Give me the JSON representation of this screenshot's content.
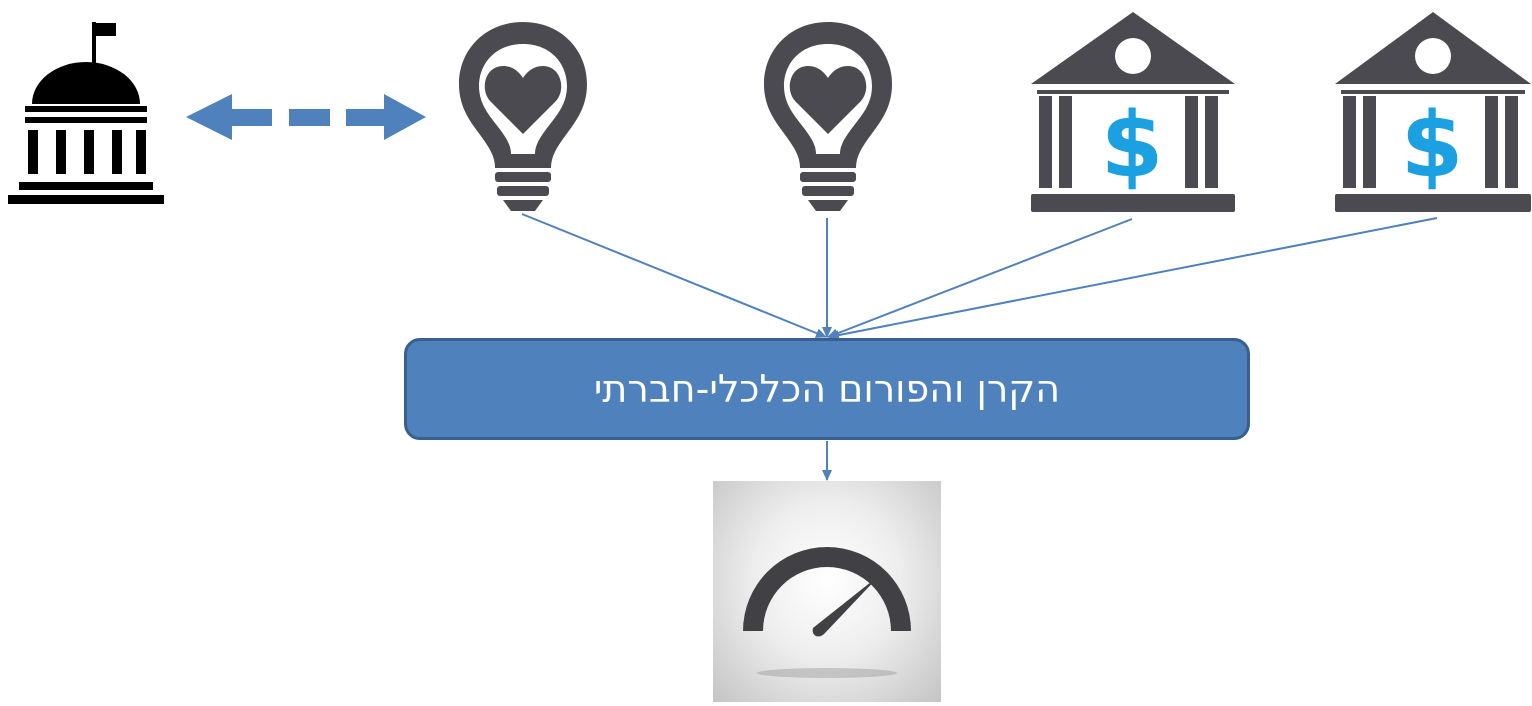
{
  "diagram": {
    "central_node": {
      "label": "הקרן והפורום הכלכלי-חברתי",
      "fill_color": "#4f81bd",
      "border_color": "#3a5f8c"
    },
    "source_nodes": [
      {
        "id": "government",
        "icon": "government-capitol-icon"
      },
      {
        "id": "social-idea-1",
        "icon": "lightbulb-heart-icon"
      },
      {
        "id": "social-idea-2",
        "icon": "lightbulb-heart-icon"
      },
      {
        "id": "bank-1",
        "icon": "bank-dollar-icon"
      },
      {
        "id": "bank-2",
        "icon": "bank-dollar-icon"
      }
    ],
    "output_node": {
      "icon": "speedometer-gauge-icon"
    },
    "connectors": {
      "dashed_double_arrow": {
        "from": "government",
        "to": "social-idea-1",
        "color": "#4f81bd"
      },
      "edges": [
        {
          "from": "social-idea-1",
          "to": "central_node"
        },
        {
          "from": "social-idea-2",
          "to": "central_node"
        },
        {
          "from": "bank-1",
          "to": "central_node"
        },
        {
          "from": "bank-2",
          "to": "central_node"
        },
        {
          "from": "central_node",
          "to": "output_node"
        }
      ],
      "edge_color": "#4f81bd"
    },
    "colors": {
      "icon_dark": "#4a4a50",
      "government_icon": "#000000",
      "dollar_sign": "#1ba0e2"
    }
  }
}
